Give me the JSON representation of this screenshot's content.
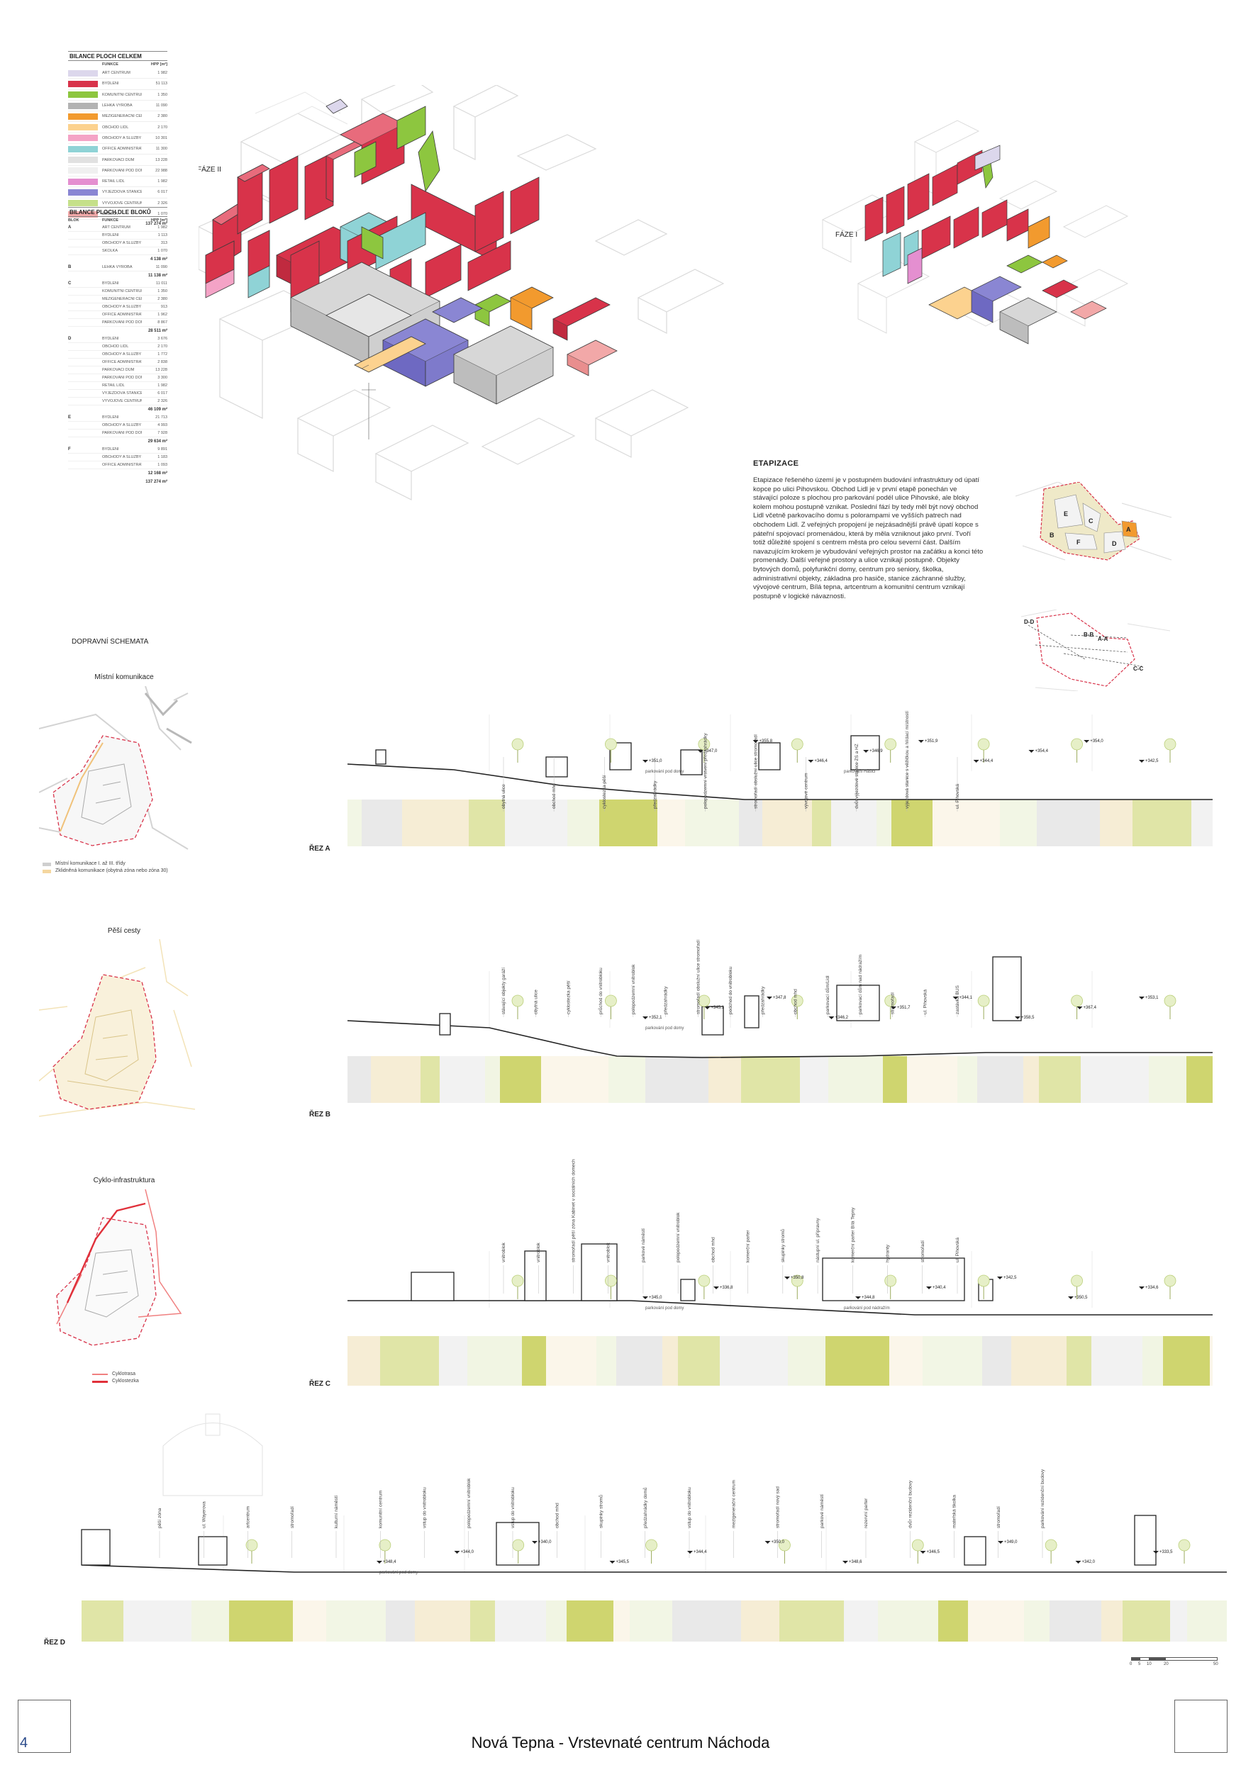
{
  "page_number": "4",
  "footer_title": "Nová Tepna - Vrstevnaté centrum Náchoda",
  "legend_total": {
    "title": "BILANCE PLOCH CELKEM",
    "col_function": "FUNKCE",
    "col_area": "HPP [m²]",
    "items": [
      {
        "label": "ART CENTRUM",
        "value": "1 982",
        "color": "#dcd7ec"
      },
      {
        "label": "BYDLENÍ",
        "value": "51 113",
        "color": "#d8334a"
      },
      {
        "label": "KOMUNITNÍ CENTRUM",
        "value": "1 350",
        "color": "#8dc63f"
      },
      {
        "label": "LEHKÁ VÝROBA",
        "value": "11 090",
        "color": "#b3b3b3"
      },
      {
        "label": "MEZIGENERAČNÍ CENTRUM",
        "value": "2 380",
        "color": "#f29a2e"
      },
      {
        "label": "OBCHOD LIDL",
        "value": "2 170",
        "color": "#fcd28f"
      },
      {
        "label": "OBCHODY A SLUŽBY V PARTERU",
        "value": "10 301",
        "color": "#f4a3c6"
      },
      {
        "label": "OFFICE ADMINISTRATIVA",
        "value": "11 300",
        "color": "#8fd3d6"
      },
      {
        "label": "PARKOVACÍ DŮM",
        "value": "13 228",
        "color": "#e1e1e1"
      },
      {
        "label": "PARKOVÁNÍ POD DOMY",
        "value": "22 988",
        "color": "#f0f0f0"
      },
      {
        "label": "RETAIL LIDL",
        "value": "1 982",
        "color": "#e48fd0"
      },
      {
        "label": "VÝJEZDOVÁ STANICE ZS A HZ",
        "value": "6 017",
        "color": "#8a86d3"
      },
      {
        "label": "VÝVOJOVÉ CENTRUM",
        "value": "2 326",
        "color": "#c5e08a"
      },
      {
        "label": "ŠKOLKA",
        "value": "1 070",
        "color": "#f2a8a8"
      }
    ],
    "total": "137 274 m²"
  },
  "legend_blocks": {
    "title": "BILANCE PLOCH DLE BLOKŮ",
    "col_block": "BLOK",
    "col_function": "FUNKCE",
    "col_area": "HPP [m²]",
    "blocks": [
      {
        "id": "A",
        "rows": [
          [
            "ART CENTRUM",
            "1 982"
          ],
          [
            "BYDLENÍ",
            "1 113"
          ],
          [
            "OBCHODY A SLUŽBY V PARTERU",
            "313"
          ],
          [
            "ŠKOLKA",
            "1 070"
          ]
        ],
        "sum": "4 138 m²"
      },
      {
        "id": "B",
        "rows": [
          [
            "LEHKÁ VÝROBA",
            "11 090"
          ]
        ],
        "sum": "11 138 m²"
      },
      {
        "id": "C",
        "rows": [
          [
            "BYDLENÍ",
            "11 011"
          ],
          [
            "KOMUNITNÍ CENTRUM",
            "1 350"
          ],
          [
            "MEZIGENERAČNÍ CENTRUM",
            "2 380"
          ],
          [
            "OBCHODY A SLUŽBY V PARTERU",
            "913"
          ],
          [
            "OFFICE ADMINISTRATIVA",
            "1 962"
          ],
          [
            "PARKOVÁNÍ POD DOMY",
            "8 867"
          ]
        ],
        "sum": "28 511 m²"
      },
      {
        "id": "D",
        "rows": [
          [
            "BYDLENÍ",
            "3 676"
          ],
          [
            "OBCHOD LIDL",
            "2 170"
          ],
          [
            "OBCHODY A SLUŽBY V PARTERU",
            "1 772"
          ],
          [
            "OFFICE ADMINISTRATIVA",
            "2 838"
          ],
          [
            "PARKOVACÍ DŮM",
            "13 228"
          ],
          [
            "PARKOVÁNÍ POD DOMY",
            "3 300"
          ],
          [
            "RETAIL LIDL",
            "1 982"
          ],
          [
            "VÝJEZDOVÁ STANICE ZS A HZ",
            "6 017"
          ],
          [
            "VÝVOJOVÉ CENTRUM",
            "2 326"
          ]
        ],
        "sum": "46 109 m²"
      },
      {
        "id": "E",
        "rows": [
          [
            "BYDLENÍ",
            "21 713"
          ],
          [
            "OBCHODY A SLUŽBY V PARTERU",
            "4 993"
          ],
          [
            "PARKOVÁNÍ POD DOMY",
            "7 928"
          ]
        ],
        "sum": "29 634 m²"
      },
      {
        "id": "F",
        "rows": [
          [
            "BYDLENÍ",
            "9 891"
          ],
          [
            "OBCHODY A SLUŽBY V PARTERU",
            "1 183"
          ],
          [
            "OFFICE ADMINISTRATIVA",
            "1 093"
          ]
        ],
        "sum": "12 168 m²"
      }
    ],
    "total": "137 274 m²"
  },
  "phase2_label": "FÁZE II",
  "phase1_label": "FÁZE I",
  "etapizace": {
    "title": "ETAPIZACE",
    "lines": [
      "Etapizace řešeného území je v postupném budování infrastruktury od úpatí",
      "kopce po ulici Pihovskou. Obchod Lidl je v první etapě ponechán ve",
      "stávající poloze s plochou pro parkování podél ulice Pihovské, ale bloky",
      "kolem mohou postupně vznikat. Poslední fází by tedy měl být nový obchod",
      "Lidl včetně parkovacího domu s polorampami ve vyšších patrech nad",
      "obchodem Lidl. Z veřejných propojení je nejzásadnější právě úpatí kopce s",
      "páteřní spojovací promenádou, která by měla vzniknout jako první. Tvoří",
      "totiž důležité spojení s centrem města pro celou severní část. Dalším",
      "navazujícím krokem je vybudování veřejných prostor na začátku a konci této",
      "promenády. Další veřejné prostory a ulice vznikají postupně. Objekty",
      "bytových domů, polyfunkční domy, centrum pro seniory, školka,",
      "administrativní objekty, základna pro hasiče, stanice záchranné služby,",
      "vývojové centrum, Bílá tepna, artcentrum a komunitní centrum vznikají",
      "postupně v logické návaznosti."
    ]
  },
  "key_map_blocks": [
    "E",
    "C",
    "A",
    "D",
    "F",
    "B"
  ],
  "section_key": {
    "a": "A-A",
    "b": "B-B",
    "c": "C-C",
    "d": "D-D"
  },
  "transport_title": "DOPRAVNÍ SCHEMATA",
  "maps": [
    {
      "title": "Místní komunikace",
      "legend": [
        {
          "label": "Místní komunikace I. až III. třídy",
          "color": "#cfcfcf"
        },
        {
          "label": "Zklidněná komunikace (obytná zóna nebo zóna 30)",
          "color": "#f5d7a0"
        }
      ]
    },
    {
      "title": "Pěší cesty",
      "legend": []
    },
    {
      "title": "Cyklo-infrastruktura",
      "legend": [
        {
          "label": "Cyklotrasa",
          "color": "#f08080"
        },
        {
          "label": "Cyklostezka",
          "color": "#e0303a"
        }
      ]
    }
  ],
  "sections": [
    {
      "label": "ŘEZ A",
      "notes": [
        "obytná ulice",
        "obchod mhd",
        "cyklostezka pěší",
        "předzahrádky",
        "polopodzemní vrstvení předzahrádky",
        "stromořadí obslužní ulice stromořadí",
        "vývojové centrum",
        "dvůr výjezdové stanice ZS a HZ",
        "výjezdová stanice s věžičkou a hlídací místností",
        "ul. Pihovská"
      ],
      "levels": [
        "+351,0",
        "+347,0",
        "+355,8",
        "+346,4",
        "+346,9",
        "+351,9",
        "+344,4",
        "+354,4",
        "+354,0",
        "+342,5"
      ],
      "sub": [
        "parkování pod domy",
        "parkování Hasiči"
      ]
    },
    {
      "label": "ŘEZ B",
      "notes": [
        "stávající objekty garáží",
        "obytná ulice",
        "cyklostezka pěší",
        "průchod do vnitrobloku",
        "polopodzemní vnitroblok",
        "předzahrádky",
        "stromořadí obslužní ulice stromořadí",
        "podchod do vnitrobloku",
        "předzahrádky",
        "obchod mhd",
        "parkovací dům/Lidl",
        "parkovací dům nad nádražím",
        "stromořadí",
        "ul. Pihovská",
        "zastávka BUS"
      ],
      "levels": [
        "+352,1",
        "+345,1",
        "+347,8",
        "+346,2",
        "+351,7",
        "+344,1",
        "+358,5",
        "+367,4",
        "+353,1"
      ],
      "sub": [
        "parkování pod domy"
      ]
    },
    {
      "label": "ŘEZ C",
      "notes": [
        "vnitroblok",
        "vnitroblok",
        "stromořadí pěší zóna Kabinet v sociálních domech",
        "vnitroblok",
        "parkové náměstí",
        "polopodzemní vnitroblok",
        "obchod mhd",
        "komerční parter",
        "skupinky stromů",
        "nástupní ul. přípravny",
        "komerční parter Bílá Tepny",
        "hydranty",
        "stromořadí",
        "ul. Pihovská"
      ],
      "levels": [
        "+345,0",
        "+336,8",
        "+350,8",
        "+344,8",
        "+340,4",
        "+342,5",
        "+350,5",
        "+334,6"
      ],
      "sub": [
        "parkování pod domy",
        "parkování pod nádražím"
      ]
    },
    {
      "label": "ŘEZ D",
      "notes": [
        "pěší zóna",
        "ul. Wayerova",
        "artcentrum",
        "stromořadí",
        "kulturní náměstí",
        "komunitní centrum",
        "vstup do vnitrobloku",
        "polopodzemní vnitroblok",
        "vstup do vnitrobloku",
        "obchod mhd",
        "skupinky stromů",
        "předzahrádky domů",
        "vstup do vnitrobloku",
        "mezigenerační centrum",
        "stromořadí nový sad",
        "parkové náměstí",
        "rezervní parter",
        "dvůr rezidenční budovy",
        "mateřská školka",
        "stromořadí",
        "parkování rezidenční budovy"
      ],
      "levels": [
        "+348,4",
        "+344,0",
        "+340,0",
        "+345,5",
        "+344,4",
        "+350,0",
        "+348,6",
        "+346,5",
        "+349,0",
        "+342,0",
        "+333,5"
      ],
      "sub": [
        "parkování pod domy"
      ]
    }
  ],
  "scale_bar": [
    "0",
    "5",
    "10",
    "20",
    "50"
  ]
}
